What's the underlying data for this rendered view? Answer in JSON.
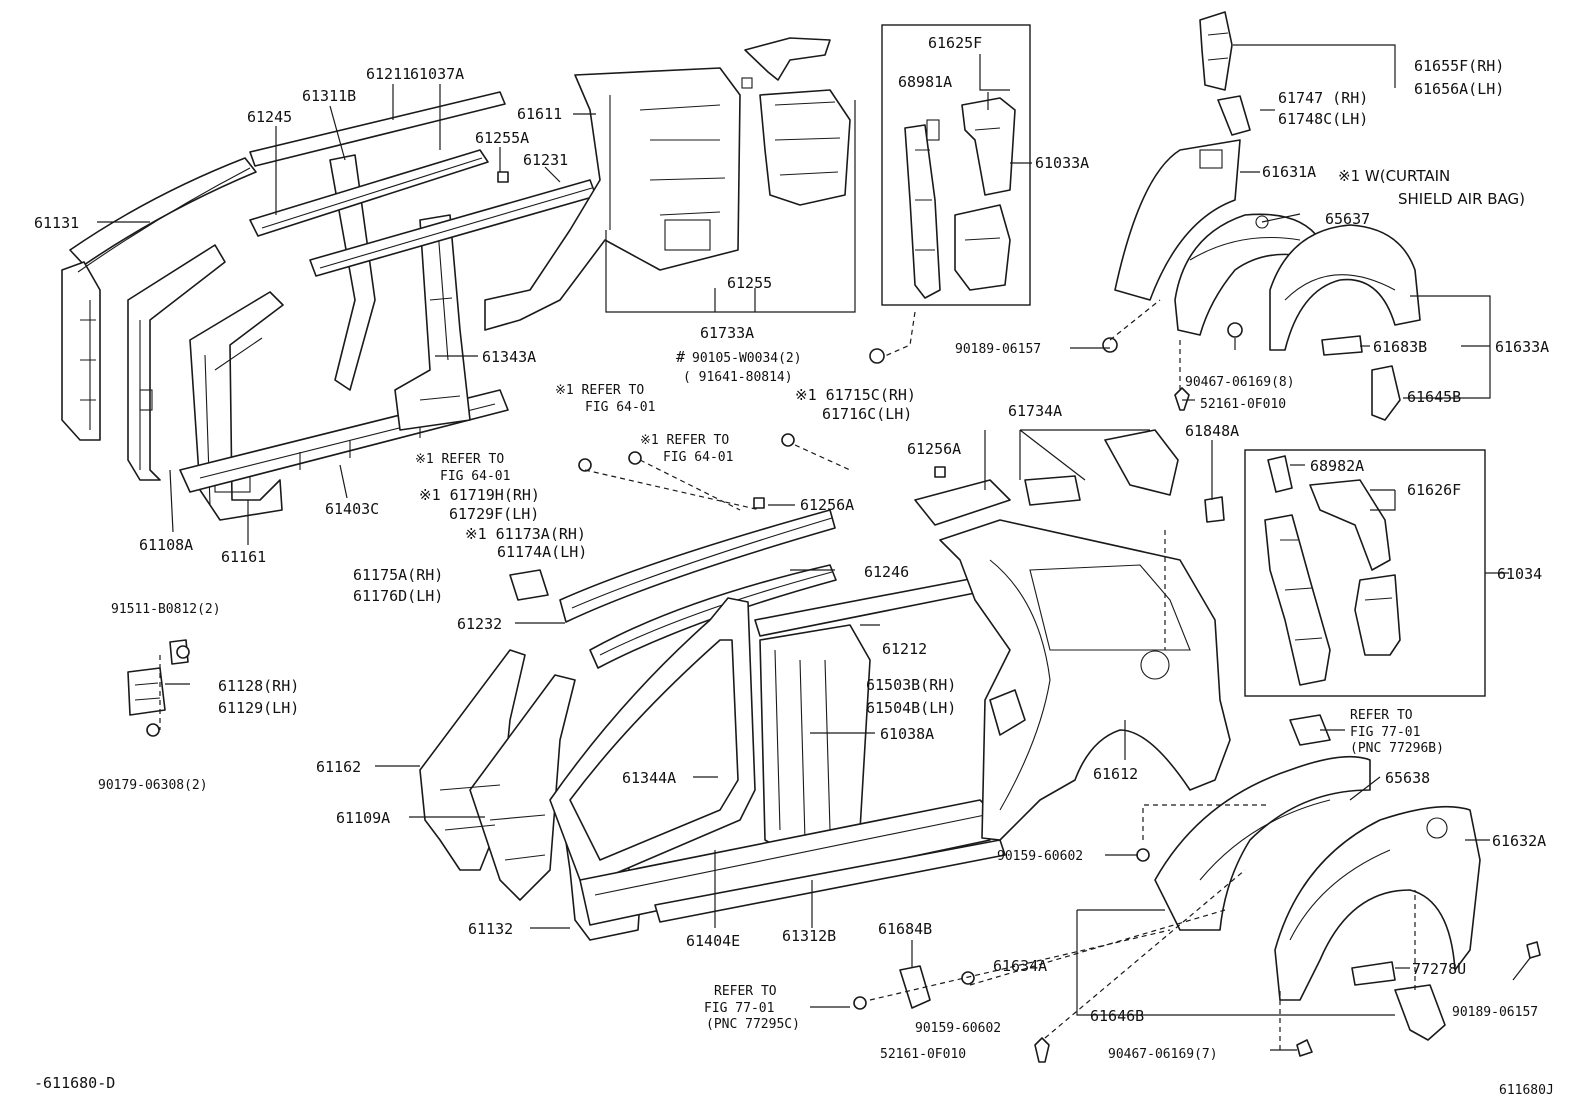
{
  "labels": {
    "l61131": "61131",
    "l61245": "61245",
    "l61311b": "61311B",
    "l61211": "61211",
    "l61037a": "61037A",
    "l61255a": "61255A",
    "l61231": "61231",
    "l61611": "61611",
    "l61255": "61255",
    "l61733a": "61733A",
    "l61343a": "61343A",
    "l61108a": "61108A",
    "l61161": "61161",
    "l61403c": "61403C",
    "l61625f": "61625F",
    "l68981a": "68981A",
    "l61033a": "61033A",
    "l90105": "90105-W0034(2)",
    "l91641": "( 91641-80814)",
    "hash": "#",
    "l61655f": "61655F(RH)",
    "l61656a": "61656A(LH)",
    "l61747": "61747  (RH)",
    "l61748c": "61748C(LH)",
    "l61631a": "61631A",
    "note1": "※1 W(CURTAIN",
    "note2": "SHIELD AIR BAG)",
    "l65637": "65637",
    "l90189a": "90189-06157",
    "l90467a": "90467-06169(8)",
    "l52161a": "52161-0F010",
    "l61683b": "61683B",
    "l61633a": "61633A",
    "l61645b": "61645B",
    "ref1a": "※1 REFER TO",
    "ref1b": "FIG 64-01",
    "ref2a": "※1 REFER TO",
    "ref2b": "FIG 64-01",
    "ref3a": "※1 REFER TO",
    "ref3b": "FIG 64-01",
    "l61715c": "※1 61715C(RH)",
    "l61716c": "61716C(LH)",
    "l61734a": "61734A",
    "l61256a1": "61256A",
    "l61848a": "61848A",
    "l61719h": "※1 61719H(RH)",
    "l61729f": "61729F(LH)",
    "l61256a2": "61256A",
    "l61173a": "※1 61173A(RH)",
    "l61174a": "61174A(LH)",
    "l68982a": "68982A",
    "l61626f": "61626F",
    "l61034": "61034",
    "l61175a": "61175A(RH)",
    "l61176d": "61176D(LH)",
    "l61246": "61246",
    "l61232": "61232",
    "l91511": "91511-B0812(2)",
    "l61128": "61128(RH)",
    "l61129": "61129(LH)",
    "l90179": "90179-06308(2)",
    "l61212": "61212",
    "l61503b": "61503B(RH)",
    "l61504b": "61504B(LH)",
    "l61038a": "61038A",
    "l61162": "61162",
    "l61344a": "61344A",
    "l61109a": "61109A",
    "l61612": "61612",
    "ref77a1": "REFER TO",
    "ref77a2": "FIG 77-01",
    "ref77a3": "(PNC 77296B)",
    "l65638": "65638",
    "l90159a": "90159-60602",
    "l61632a": "61632A",
    "l61132": "61132",
    "l61404e": "61404E",
    "l61312b": "61312B",
    "l61684b": "61684B",
    "l61634a": "61634A",
    "l77278u": "77278U",
    "ref77b1": "REFER TO",
    "ref77b2": "FIG 77-01",
    "ref77b3": "(PNC 77295C)",
    "l90159b": "90159-60602",
    "l61646b": "61646B",
    "l90189b": "90189-06157",
    "l52161b": "52161-0F010",
    "l90467b": "90467-06169(7)",
    "footer_left": "-611680-D",
    "footer_right": "611680J"
  }
}
